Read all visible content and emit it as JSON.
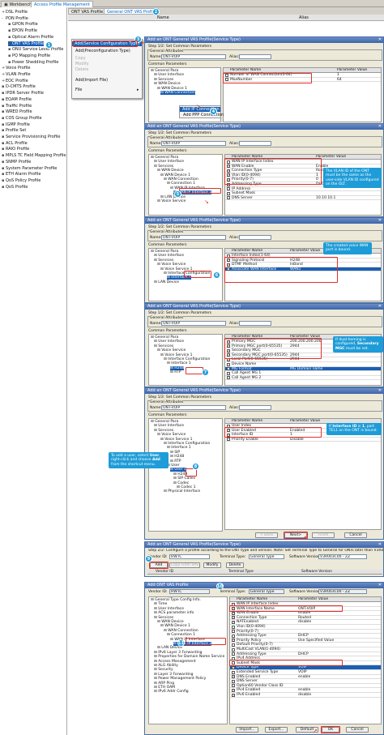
{
  "top_tabs": {
    "workbench": "Workbench",
    "access": "Access Profile Management"
  },
  "left_tree": [
    {
      "label": "DSL Profile",
      "indent": 0,
      "tw": "+"
    },
    {
      "label": "PON Profile",
      "indent": 0,
      "tw": "-"
    },
    {
      "label": "GPON Profile",
      "indent": 1,
      "tw": ""
    },
    {
      "label": "EPON Profile",
      "indent": 1,
      "tw": ""
    },
    {
      "label": "Optical Alarm Profile",
      "indent": 1,
      "tw": ""
    },
    {
      "label": "ONT VAS Profile",
      "indent": 1,
      "tw": "",
      "selected": true
    },
    {
      "label": "ONU Service Level Profile",
      "indent": 1,
      "tw": ""
    },
    {
      "label": "PQ Mapping Profile",
      "indent": 1,
      "tw": ""
    },
    {
      "label": "Power Shedding Profile",
      "indent": 1,
      "tw": ""
    },
    {
      "label": "Voice Profile",
      "indent": 0,
      "tw": "+"
    },
    {
      "label": "VLAN Profile",
      "indent": 0,
      "tw": "+"
    },
    {
      "label": "EOC Profile",
      "indent": 0,
      "tw": "+"
    },
    {
      "label": "D-CMTS Profile",
      "indent": 0,
      "tw": ""
    },
    {
      "label": "IPDR Server Profile",
      "indent": 0,
      "tw": ""
    },
    {
      "label": "EQAM Profile",
      "indent": 0,
      "tw": ""
    },
    {
      "label": "Traffic Profile",
      "indent": 0,
      "tw": ""
    },
    {
      "label": "WRED Profile",
      "indent": 0,
      "tw": ""
    },
    {
      "label": "COS Group Profile",
      "indent": 0,
      "tw": ""
    },
    {
      "label": "IGMP Profile",
      "indent": 0,
      "tw": ""
    },
    {
      "label": "Profile Set",
      "indent": 0,
      "tw": ""
    },
    {
      "label": "Service Provisioning Profile",
      "indent": 0,
      "tw": ""
    },
    {
      "label": "ACL Profile",
      "indent": 0,
      "tw": ""
    },
    {
      "label": "RAIO Profile",
      "indent": 0,
      "tw": ""
    },
    {
      "label": "MPLS TC Field Mapping Profile",
      "indent": 0,
      "tw": ""
    },
    {
      "label": "SNMP Profile",
      "indent": 0,
      "tw": ""
    },
    {
      "label": "System Parameter Profile",
      "indent": 0,
      "tw": ""
    },
    {
      "label": "ETH Alarm Profile",
      "indent": 0,
      "tw": ""
    },
    {
      "label": "QoS Policy Profile",
      "indent": 0,
      "tw": ""
    },
    {
      "label": "QoS Profile",
      "indent": 0,
      "tw": ""
    }
  ],
  "sub_tabs": {
    "ont_vas": "ONT VAS Profile",
    "general": "General ONT VAS Profile"
  },
  "list_header": {
    "name": "Name",
    "alias": "Alias"
  },
  "context_menu": [
    {
      "label": "Add(Service Configuration Type)",
      "state": "hl"
    },
    {
      "label": "Add(Preconfiguration Type)",
      "state": ""
    },
    {
      "label": "Copy",
      "state": "dis"
    },
    {
      "label": "Modify",
      "state": "dis"
    },
    {
      "label": "Delete",
      "state": "dis"
    },
    {
      "label": "Add(Import File)",
      "state": ""
    },
    {
      "label": "File",
      "state": ""
    }
  ],
  "badges": [
    "1",
    "2",
    "3",
    "4",
    "5",
    "6",
    "7",
    "8",
    "9",
    "10",
    "11"
  ],
  "dialog_title": "Add an ONT General VAS Profile(Service Type)",
  "step": "Step 1/2: Set Common Parameters",
  "general_attributes": "General Attributes",
  "common_parameters": "Common Parameters",
  "name_label": "Name:",
  "alias_label": "Alias:",
  "name_value": "ONT-VOIP",
  "param_name_hdr": "Parameter Name",
  "param_value_hdr": "Parameter Value",
  "d1": {
    "tree": [
      "General Para",
      "User Interface",
      "Services",
      "WAN Device",
      "WAN Device 1",
      "WAN Connection"
    ],
    "rows": [
      [
        "Number of WAN Connection(0-64)",
        "1"
      ],
      [
        "MaxNumber",
        "64"
      ]
    ],
    "ctx": [
      "Add IP Connection",
      "Add PPP Connection"
    ]
  },
  "d2": {
    "tree": [
      "General Para",
      "User Interface",
      "Services",
      "WAN Device",
      "WAN Device 1",
      "WAN Connection",
      "Connection 1",
      "WAN IP Interface",
      "WAN IP Interface 1",
      "LAN Device",
      "Voice Service"
    ],
    "rows": [
      [
        "WAN IP Interface Index",
        ""
      ],
      [
        "WAN Enable",
        "Enable"
      ],
      [
        "Connection Type",
        "Routed"
      ],
      [
        "Vlan ID(0-4094)",
        "1"
      ],
      [
        "Priority(0-7)",
        "0"
      ],
      [
        "Addressing Type",
        "DHCP"
      ],
      [
        "IP Address",
        ""
      ],
      [
        "Subnet Mask",
        ""
      ],
      [
        "DNS Server",
        "10.10.10.1"
      ]
    ]
  },
  "d3": {
    "tree": [
      "General Para",
      "User Interface",
      "Services",
      "Voice Service",
      "Voice Service 1",
      "Interface Configuration",
      "Interface 1",
      "LAN Device"
    ],
    "rows": [
      [
        "Interface Index(1-64)",
        ""
      ],
      [
        "Signaling Protocol",
        "H248"
      ],
      [
        "DTMF Method",
        "InBand"
      ],
      [
        "Associate WAN Interface",
        "WAN1"
      ]
    ]
  },
  "d4": {
    "tree": [
      "General Para",
      "User Interface",
      "Services",
      "Voice Service",
      "Voice Service 1",
      "Interface Configuration",
      "Interface 1",
      "H248",
      "RTP"
    ],
    "rows": [
      [
        "Primary MGC",
        "200.200.200.200"
      ],
      [
        "Primary MGC port(0-65535)",
        "2944"
      ],
      [
        "Secondary MGC",
        ""
      ],
      [
        "Secondary MGC port(0-65535)",
        "2944"
      ],
      [
        "Local Port(0-65535)",
        "2944"
      ],
      [
        "Device Name",
        ""
      ],
      [
        "MG Format",
        "MG Domain name"
      ],
      [
        "Call Agent MG 1",
        ""
      ],
      [
        "Call Agent MG 2",
        ""
      ]
    ]
  },
  "d5": {
    "tree": [
      "General Para",
      "User Interface",
      "Services",
      "Voice Service",
      "Voice Service 1",
      "Interface Configuration",
      "Interface 1",
      "SIP",
      "H248",
      "RTP",
      "User",
      "User 1",
      "H248",
      "SIP Calles",
      "Codec",
      "Codec 1",
      "Physical Interface"
    ],
    "rows": [
      [
        "User Index",
        ""
      ],
      [
        "User Enabled",
        "Enabled"
      ],
      [
        "Interface ID",
        "1"
      ],
      [
        "Priority Enable",
        "Disable"
      ]
    ],
    "buttons": [
      "< Back",
      "Next>",
      "Finish",
      "Cancel"
    ]
  },
  "d6": {
    "step": "Step 2/2: Configure a profile according to the ONT type and version. Note: Set Terminal Type to General for ONTs later than V3R003C00.",
    "vendor_label": "Vendor ID:",
    "vendor": "HWTC",
    "terminal_label": "Terminal Type:",
    "terminal": "General Type",
    "sw_label": "Software Version:",
    "sw": "V3R003C00 - ZZ",
    "buttons": [
      "Add",
      "Copy From VAS",
      "Modify",
      "Delete"
    ],
    "cols": [
      "Vendor ID",
      "Terminal Type",
      "Software Version"
    ]
  },
  "d7": {
    "title": "Add ONT VAS Profile",
    "tree": [
      "General Type Config Info.",
      "Time",
      "User Interface",
      "ACS parameter info",
      "Services",
      "WAN Device",
      "WAN Device 1",
      "WAN Connection",
      "Connection 1",
      "WAN IP Interface",
      "WAN IP Interface 1",
      "LAN Device",
      "IPv6 Layer 3 Forwarding",
      "Properties for Domain Name Service",
      "Access Management",
      "ALG Ability",
      "Security",
      "Layer 3 Forwarding",
      "Power Management Policy",
      "ARP Ping",
      "ETH OAM",
      "IPv6 Addr Config"
    ],
    "rows": [
      [
        "WAN IP Interface Index",
        ""
      ],
      [
        "WAN Interface Name",
        "ONT-VOIP"
      ],
      [
        "WAN Enable",
        "enable"
      ],
      [
        "Connection Type",
        "Routed"
      ],
      [
        "NATEnabled",
        "disable"
      ],
      [
        "Vlan ID(0-4094)",
        ""
      ],
      [
        "Priority(0-7)",
        ""
      ],
      [
        "Addressing Type",
        "DHCP"
      ],
      [
        "Priority Policy",
        "Use Specified Value"
      ],
      [
        "Default Priority(0-7)",
        ""
      ],
      [
        "MultiCast VLAN(1-4094)",
        ""
      ],
      [
        "Addressing Type",
        "DHCP"
      ],
      [
        "IPv4 Address",
        ""
      ],
      [
        "Subnet Mask",
        ""
      ],
      [
        "Device Type",
        "VOIP"
      ],
      [
        "Extended Service Type",
        "VOIP"
      ],
      [
        "DNS Enabled",
        "enable"
      ],
      [
        "DNS Server",
        ""
      ],
      [
        "Option60 Vendor Class ID",
        ""
      ],
      [
        "IPv4 Enabled",
        "enable"
      ],
      [
        "IPv6 Enabled",
        "disable"
      ]
    ],
    "buttons": [
      "Import...",
      "Export...",
      "Default",
      "OK",
      "Cancel"
    ]
  },
  "callouts": {
    "c1": "The VLAN ID of the ONT must be the same as the user-side VLAN ID configured on the OLT.",
    "c2": "The created voice WAN port is bound.",
    "c3a": "If dual-homing is configured, ",
    "c3b": "Secondary MGC",
    "c3c": " must be set.",
    "c4a": "If ",
    "c4b": "Interface ID",
    "c4c": " is ",
    "c4d": "1",
    ", port": "",
    "c4e": ", port TEL1 on the ONT is bound.",
    "c5a": "To add a user, select ",
    "c5b": "User",
    "c5c": ", right-click and choose ",
    "c5d": "Add",
    "c5e": " from the shortcut menu."
  }
}
